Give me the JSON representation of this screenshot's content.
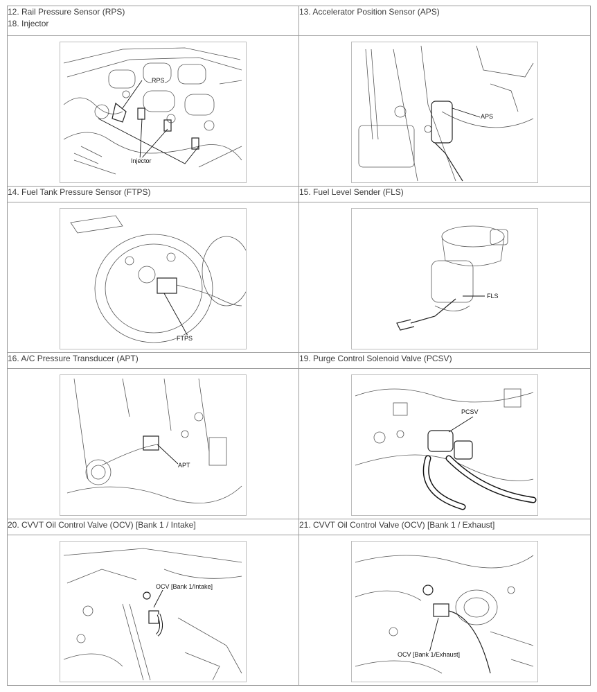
{
  "rows": [
    {
      "left": {
        "title1": "12. Rail Pressure Sensor (RPS)",
        "title2": "18. Injector",
        "labels": [
          "RPS",
          "Injector"
        ]
      },
      "right": {
        "title1": "13. Accelerator Position Sensor (APS)",
        "labels": [
          "APS"
        ]
      }
    },
    {
      "left": {
        "title1": "14. Fuel Tank Pressure Sensor (FTPS)",
        "labels": [
          "FTPS"
        ]
      },
      "right": {
        "title1": "15. Fuel Level Sender (FLS)",
        "labels": [
          "FLS"
        ]
      }
    },
    {
      "left": {
        "title1": "16. A/C Pressure Transducer (APT)",
        "labels": [
          "APT"
        ]
      },
      "right": {
        "title1": "19. Purge Control Solenoid Valve (PCSV)",
        "labels": [
          "PCSV"
        ]
      }
    },
    {
      "left": {
        "title1": "20. CVVT Oil Control Valve (OCV) [Bank 1 / Intake]",
        "labels": [
          "OCV [Bank 1/Intake]"
        ]
      },
      "right": {
        "title1": "21. CVVT Oil Control Valve (OCV) [Bank 1 / Exhaust]",
        "labels": [
          "OCV [Bank 1/Exhaust]"
        ]
      }
    }
  ]
}
